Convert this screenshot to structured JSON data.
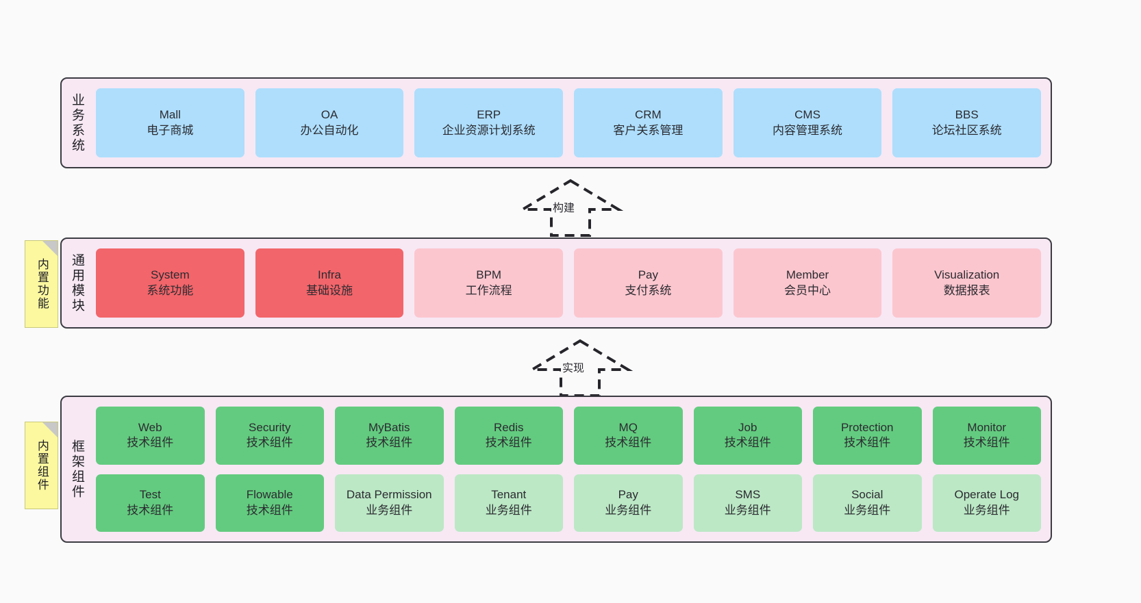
{
  "diagram": {
    "background": "#fafafa",
    "palette": {
      "band_fill": "#f7e8f4",
      "band_stroke": "#3b3b42",
      "blue": "#aedefc",
      "red": "#f2656a",
      "pink": "#fcc6ce",
      "green": "#63cb7f",
      "light_green": "#bce8c5",
      "note_yellow": "#fbf8a0"
    }
  },
  "layers": [
    {
      "id": "business-systems",
      "title": "业务系统",
      "note": null,
      "rows": [
        {
          "cards": [
            {
              "name": "Mall",
              "sub": "电子商城",
              "color": "blue"
            },
            {
              "name": "OA",
              "sub": "办公自动化",
              "color": "blue"
            },
            {
              "name": "ERP",
              "sub": "企业资源计划系统",
              "color": "blue"
            },
            {
              "name": "CRM",
              "sub": "客户关系管理",
              "color": "blue"
            },
            {
              "name": "CMS",
              "sub": "内容管理系统",
              "color": "blue"
            },
            {
              "name": "BBS",
              "sub": "论坛社区系统",
              "color": "blue"
            }
          ]
        }
      ]
    },
    {
      "id": "common-modules",
      "title": "通用模块",
      "note": "内置功能",
      "rows": [
        {
          "cards": [
            {
              "name": "System",
              "sub": "系统功能",
              "color": "red"
            },
            {
              "name": "Infra",
              "sub": "基础设施",
              "color": "red"
            },
            {
              "name": "BPM",
              "sub": "工作流程",
              "color": "pink"
            },
            {
              "name": "Pay",
              "sub": "支付系统",
              "color": "pink"
            },
            {
              "name": "Member",
              "sub": "会员中心",
              "color": "pink"
            },
            {
              "name": "Visualization",
              "sub": "数据报表",
              "color": "pink"
            }
          ]
        }
      ]
    },
    {
      "id": "framework-components",
      "title": "框架组件",
      "note": "内置组件",
      "rows": [
        {
          "cards": [
            {
              "name": "Web",
              "sub": "技术组件",
              "color": "green"
            },
            {
              "name": "Security",
              "sub": "技术组件",
              "color": "green"
            },
            {
              "name": "MyBatis",
              "sub": "技术组件",
              "color": "green"
            },
            {
              "name": "Redis",
              "sub": "技术组件",
              "color": "green"
            },
            {
              "name": "MQ",
              "sub": "技术组件",
              "color": "green"
            },
            {
              "name": "Job",
              "sub": "技术组件",
              "color": "green"
            },
            {
              "name": "Protection",
              "sub": "技术组件",
              "color": "green"
            },
            {
              "name": "Monitor",
              "sub": "技术组件",
              "color": "green"
            }
          ]
        },
        {
          "cards": [
            {
              "name": "Test",
              "sub": "技术组件",
              "color": "green"
            },
            {
              "name": "Flowable",
              "sub": "技术组件",
              "color": "green"
            },
            {
              "name": "Data Permission",
              "sub": "业务组件",
              "color": "light_green"
            },
            {
              "name": "Tenant",
              "sub": "业务组件",
              "color": "light_green"
            },
            {
              "name": "Pay",
              "sub": "业务组件",
              "color": "light_green"
            },
            {
              "name": "SMS",
              "sub": "业务组件",
              "color": "light_green"
            },
            {
              "name": "Social",
              "sub": "业务组件",
              "color": "light_green"
            },
            {
              "name": "Operate Log",
              "sub": "业务组件",
              "color": "light_green"
            }
          ]
        }
      ]
    }
  ],
  "connectors": [
    {
      "id": "build",
      "label": "构建",
      "from": "common-modules",
      "to": "business-systems",
      "style": "dashed-hollow-arrow-up"
    },
    {
      "id": "implement",
      "label": "实现",
      "from": "framework-components",
      "to": "common-modules",
      "style": "dashed-hollow-arrow-up"
    }
  ]
}
